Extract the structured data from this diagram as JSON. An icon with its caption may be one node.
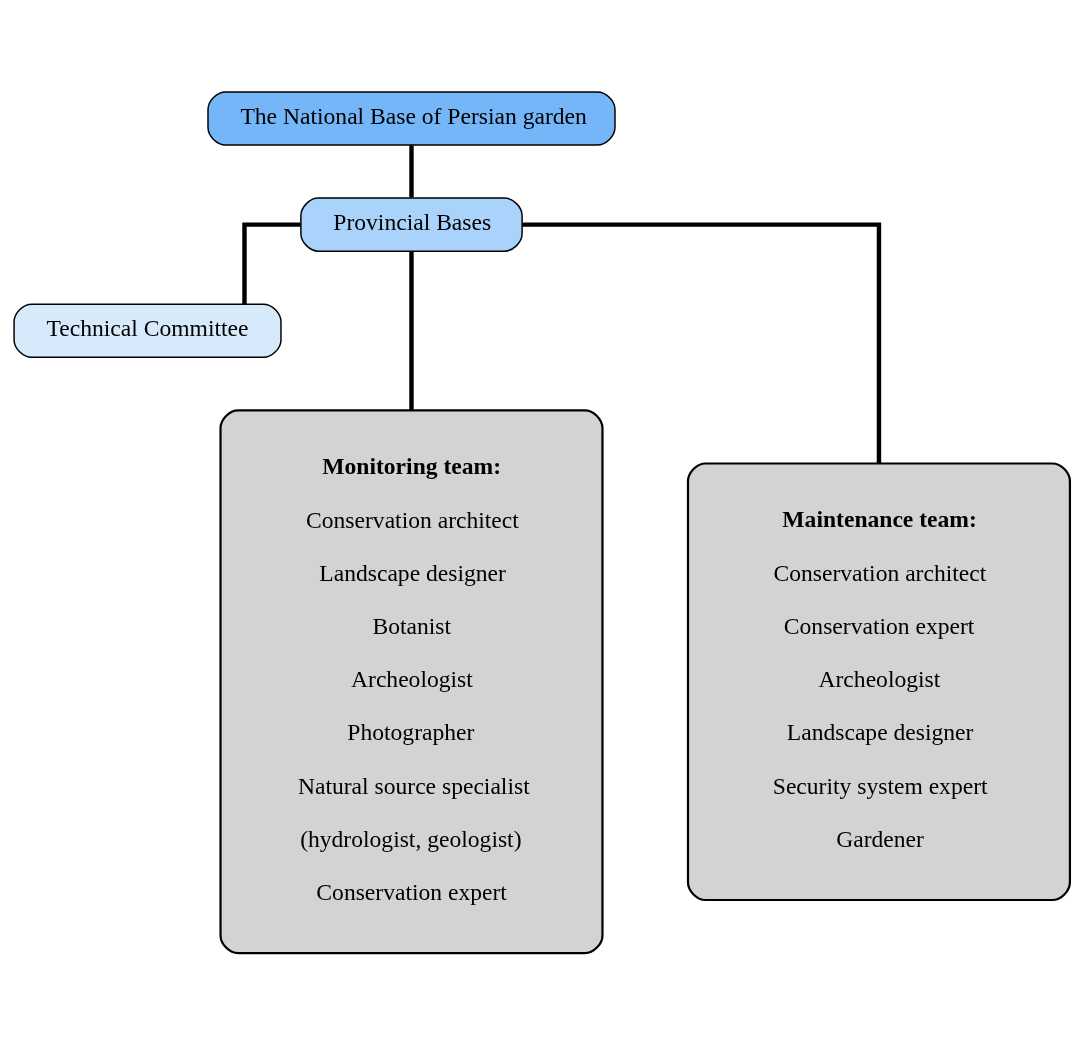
{
  "diagram": {
    "nodes": [
      {
        "text": [
          "The National Base of Persian garden"
        ]
      },
      {
        "text": [
          "Provincial Bases"
        ]
      },
      {
        "text": [
          "Technical Committee"
        ]
      },
      {
        "text": [
          "Monitoring team:",
          "Conservation architect",
          "Landscape designer",
          "Botanist",
          "Archeologist",
          "Photographer",
          "Natural source specialist",
          "(hydrologist, geologist)",
          "Conservation expert"
        ]
      },
      {
        "text": [
          "Maintenance team:",
          "Conservation architect",
          "Conservation expert",
          "Archeologist",
          "Landscape designer",
          "Security system expert",
          "Gardener"
        ]
      }
    ],
    "edges": [
      {
        "from": 0,
        "to": 1,
        "arrow": "none"
      },
      {
        "from": 1,
        "to": 2,
        "arrow": "none"
      },
      {
        "from": 1,
        "to": 3,
        "arrow": "none"
      },
      {
        "from": 1,
        "to": 4,
        "arrow": "none"
      }
    ]
  }
}
